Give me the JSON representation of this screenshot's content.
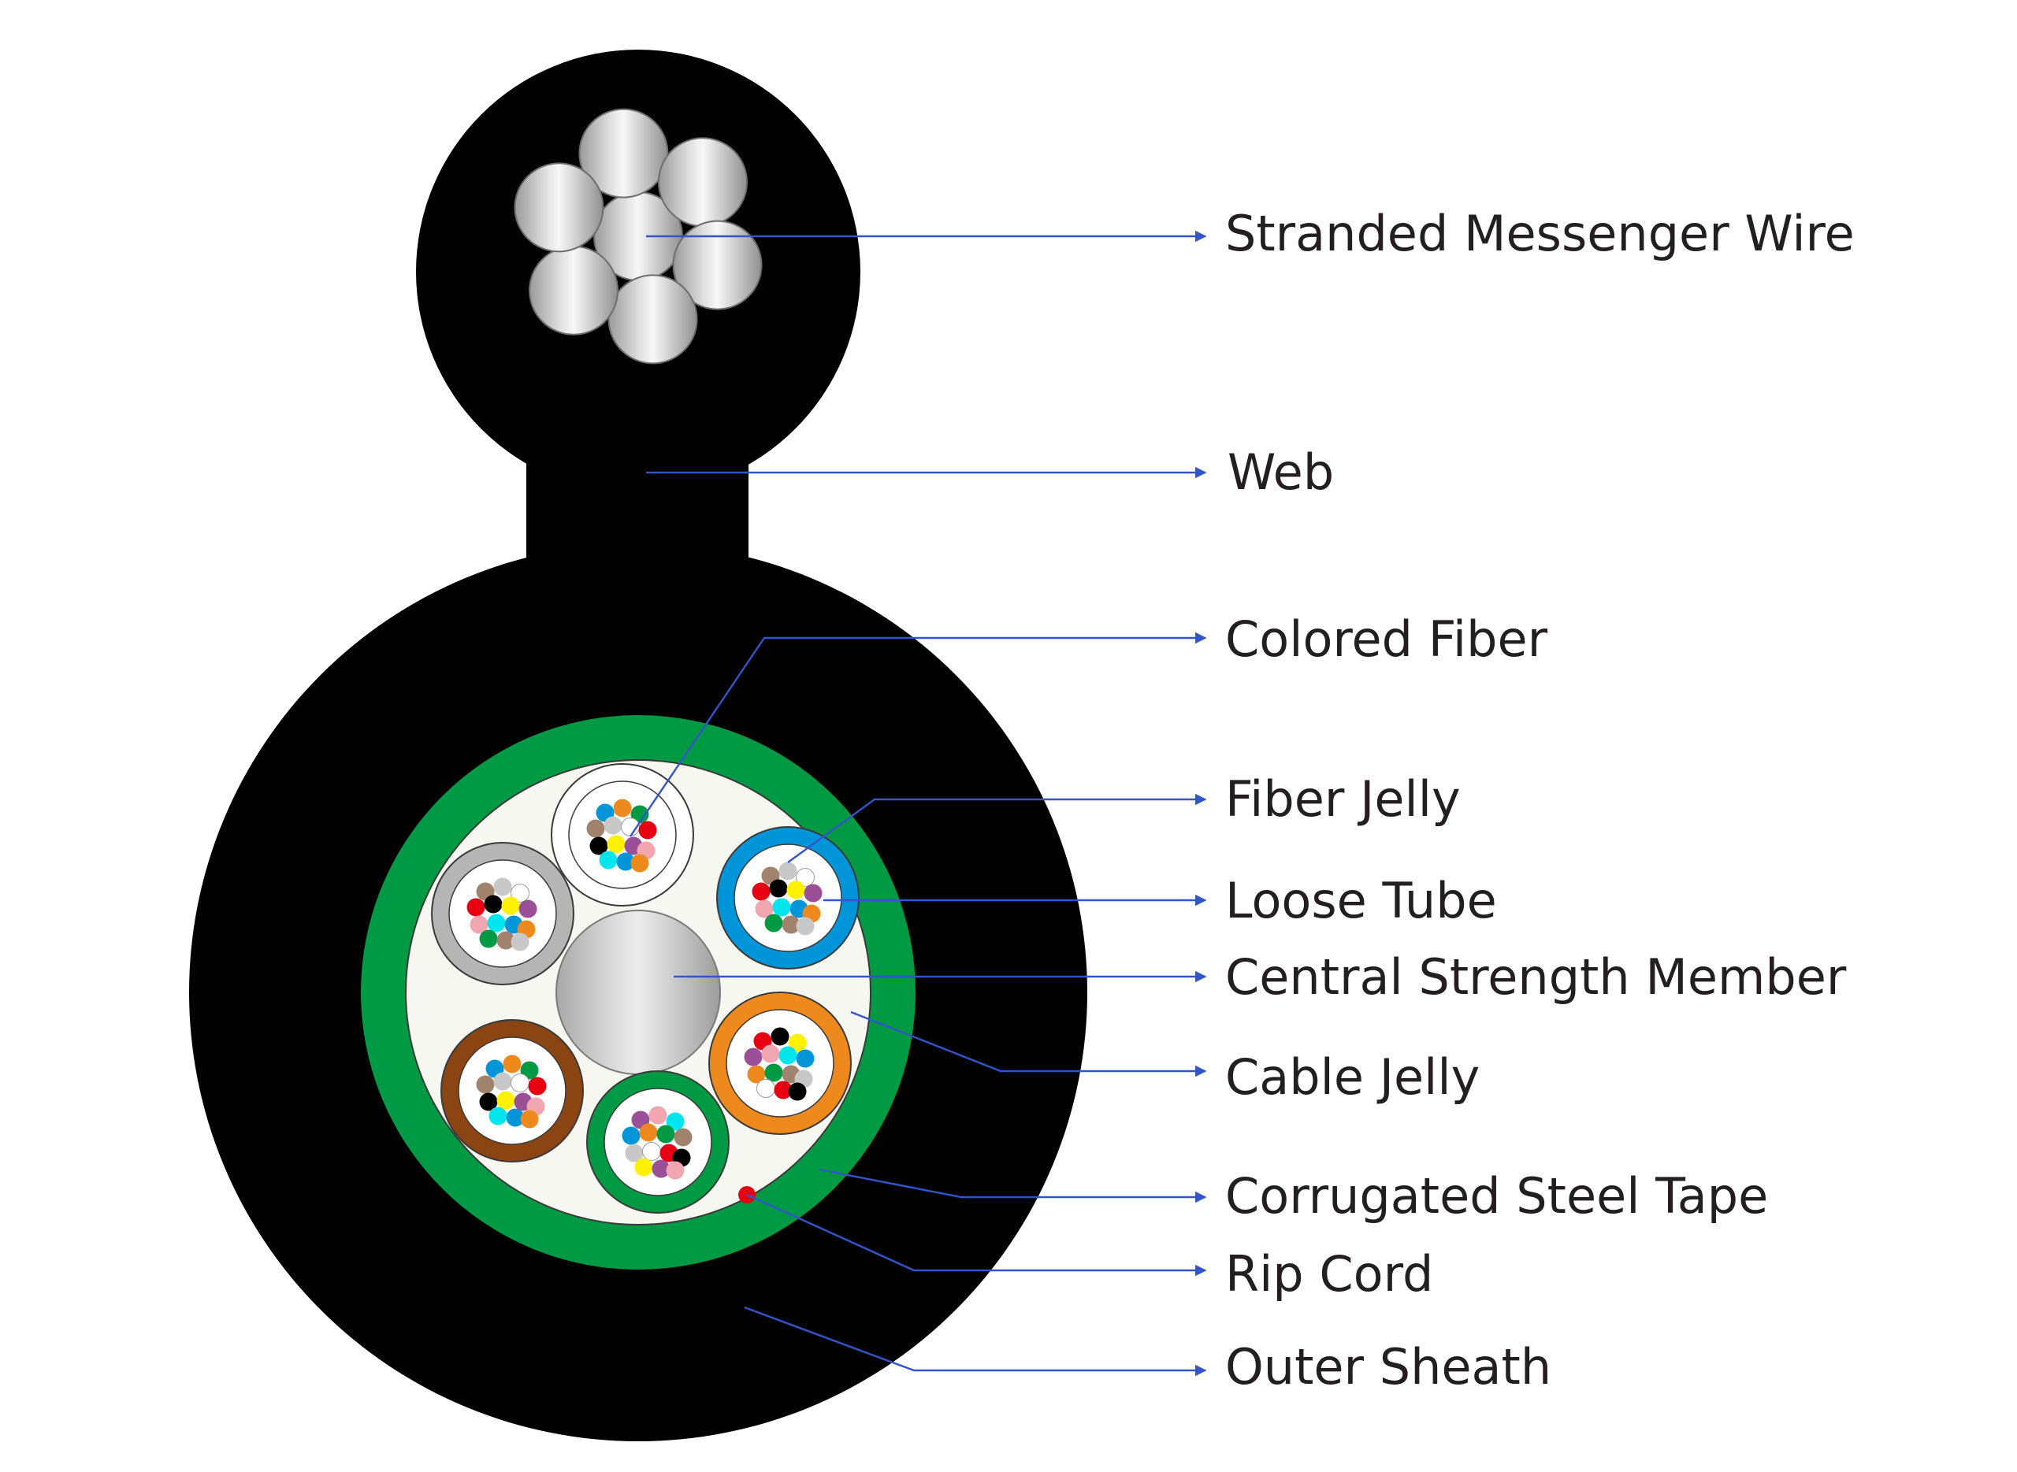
{
  "colors": {
    "sheath": "#000000",
    "messenger_wire": "#c0c0c0",
    "steel_tape": "#009944",
    "cable_jelly": "#f7f7f2",
    "strength_member": "#c8c8c8",
    "rip_cord": "#e60012",
    "leader_line": "#3355cc",
    "label_text": "#231f20"
  },
  "labels": [
    {
      "id": "stranded-messenger-wire",
      "text": "Stranded Messenger Wire"
    },
    {
      "id": "web",
      "text": "Web"
    },
    {
      "id": "colored-fiber",
      "text": "Colored Fiber"
    },
    {
      "id": "fiber-jelly",
      "text": "Fiber Jelly"
    },
    {
      "id": "loose-tube",
      "text": "Loose Tube"
    },
    {
      "id": "central-strength-member",
      "text": "Central Strength Member"
    },
    {
      "id": "cable-jelly",
      "text": "Cable Jelly"
    },
    {
      "id": "corrugated-steel-tape",
      "text": "Corrugated Steel Tape"
    },
    {
      "id": "rip-cord",
      "text": "Rip Cord"
    },
    {
      "id": "outer-sheath",
      "text": "Outer Sheath"
    }
  ],
  "loose_tubes": [
    {
      "id": "white",
      "color": "#ffffff"
    },
    {
      "id": "blue",
      "color": "#0094d9"
    },
    {
      "id": "orange",
      "color": "#ee8a1d"
    },
    {
      "id": "green",
      "color": "#009944"
    },
    {
      "id": "brown",
      "color": "#8b4513"
    },
    {
      "id": "gray",
      "color": "#b5b5b5"
    }
  ],
  "fiber_colors": [
    "#0094d9",
    "#ee8a1d",
    "#009944",
    "#a0826d",
    "#c8c8c8",
    "#ffffff",
    "#e60012",
    "#000000",
    "#fff100",
    "#9b4f96",
    "#f2a6b0",
    "#00e5ee"
  ]
}
